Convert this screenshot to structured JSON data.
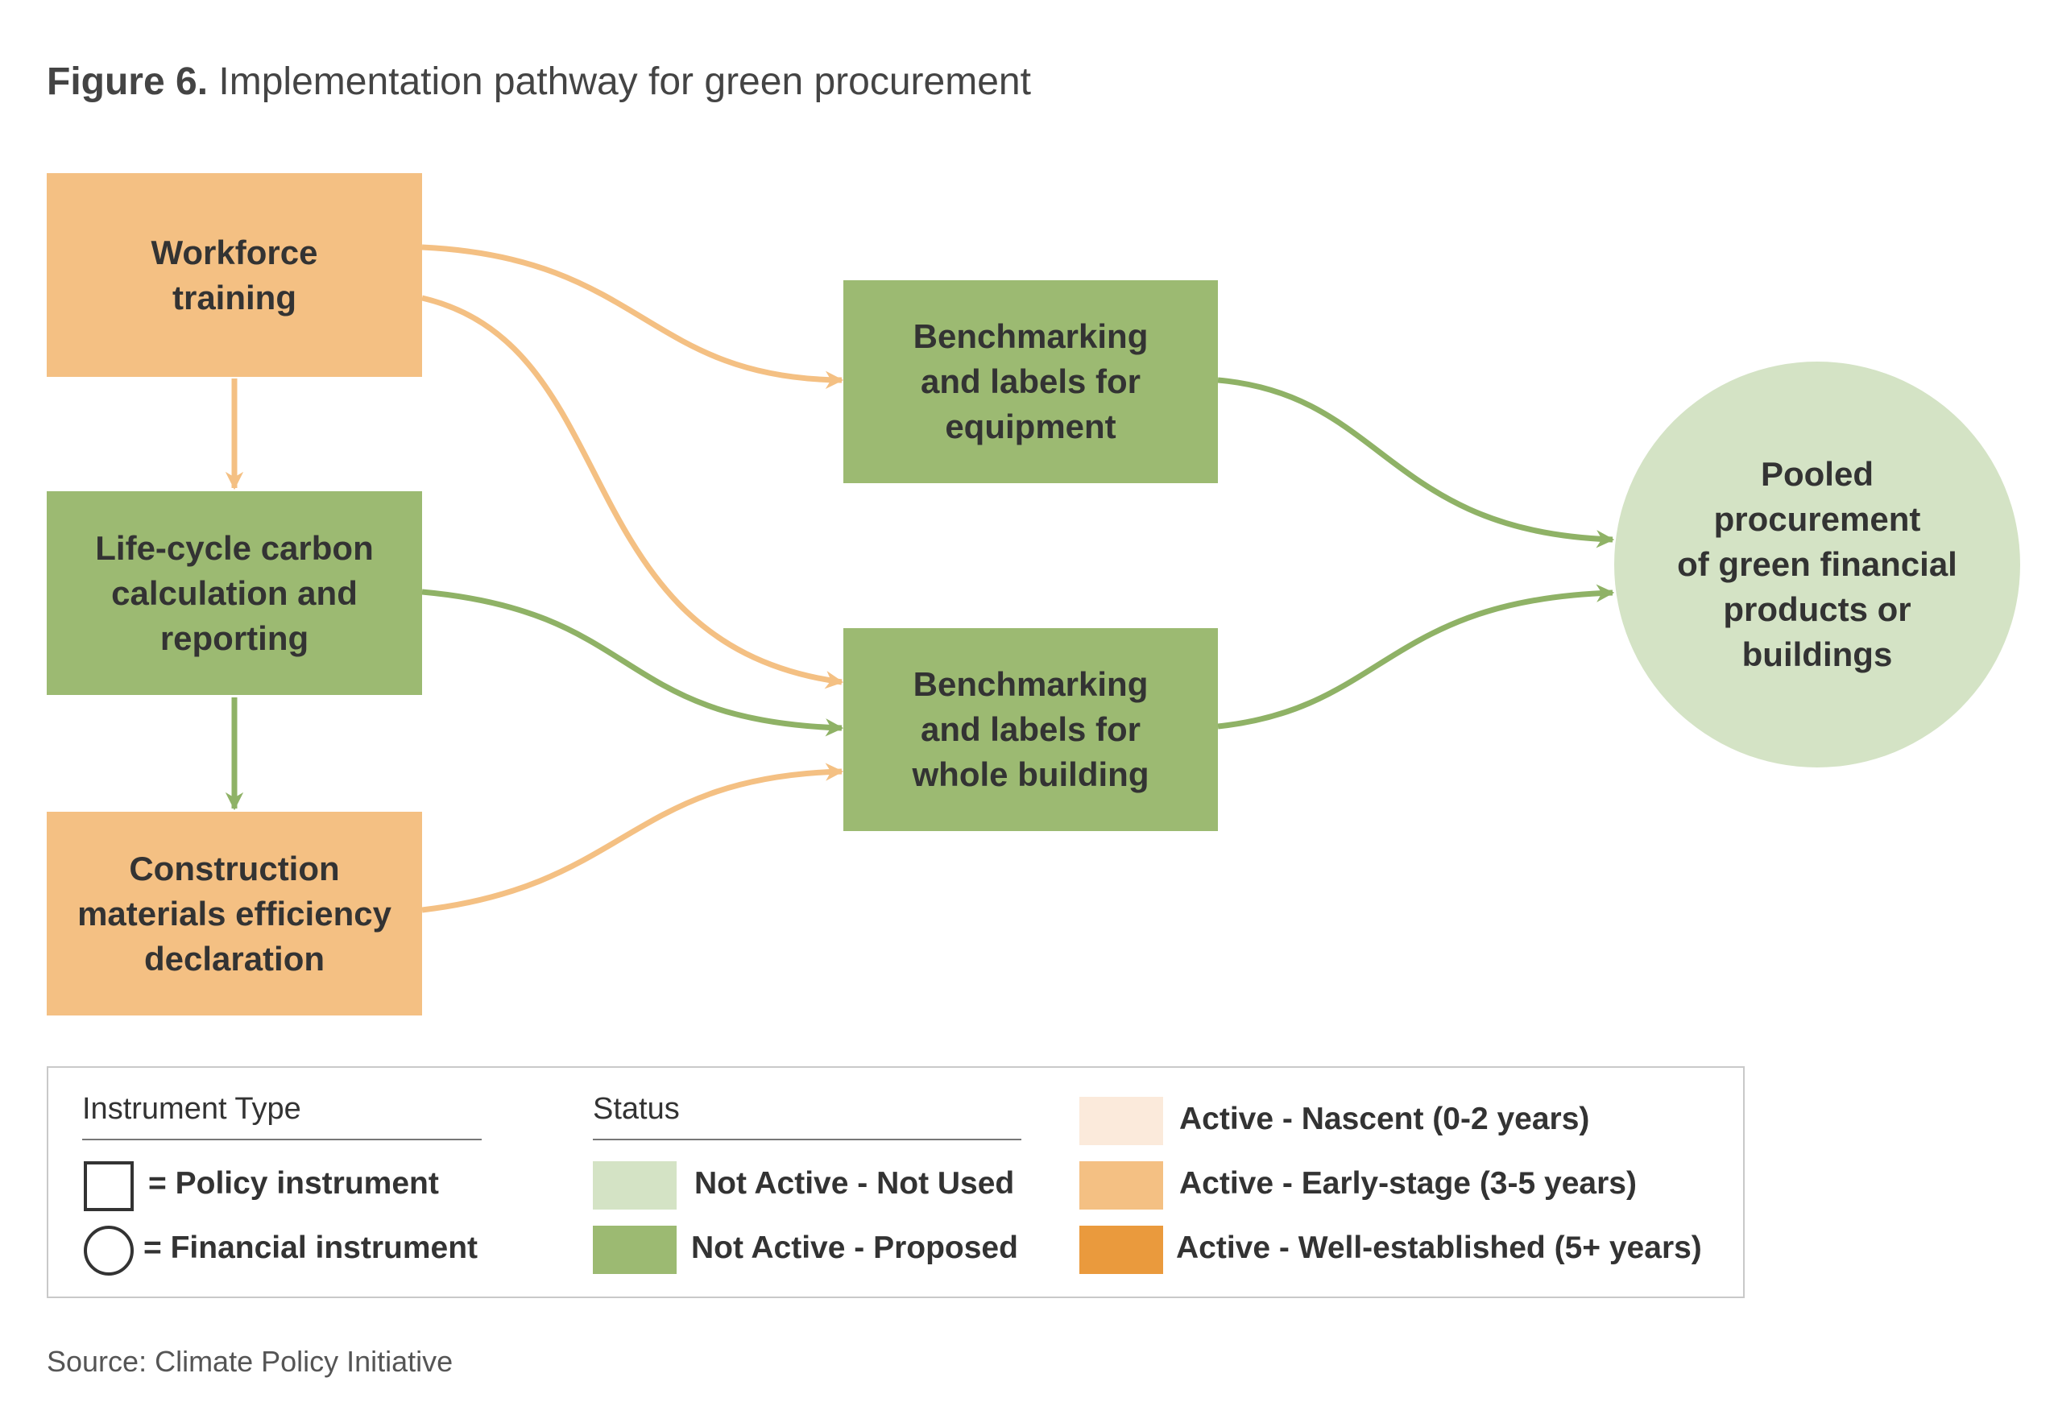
{
  "figure": {
    "title_bold": "Figure 6.",
    "title_rest": "Implementation pathway for green procurement",
    "source": "Source: Climate Policy Initiative"
  },
  "colors": {
    "not_used": "#d4e3c5",
    "proposed": "#9cba72",
    "nascent": "#fbeadb",
    "early": "#f4c083",
    "well_established": "#ea9a3d",
    "arrow_orange": "#f4c083",
    "arrow_green": "#8fb266"
  },
  "nodes": {
    "workforce": {
      "label": "Workforce\ntraining",
      "shape": "policy",
      "status": "early"
    },
    "lifecycle": {
      "label": "Life-cycle carbon\ncalculation and\nreporting",
      "shape": "policy",
      "status": "proposed"
    },
    "construction": {
      "label": "Construction\nmaterials efficiency\ndeclaration",
      "shape": "policy",
      "status": "early"
    },
    "bench_equipment": {
      "label": "Benchmarking\nand labels for\nequipment",
      "shape": "policy",
      "status": "proposed"
    },
    "bench_building": {
      "label": "Benchmarking\nand labels for\nwhole building",
      "shape": "policy",
      "status": "proposed"
    },
    "pooled": {
      "label": "Pooled\nprocurement\nof green financial\nproducts or\nbuildings",
      "shape": "financial",
      "status": "not_used"
    }
  },
  "edges": [
    {
      "from": "workforce",
      "to": "lifecycle",
      "color": "orange"
    },
    {
      "from": "workforce",
      "to": "bench_equipment",
      "color": "orange"
    },
    {
      "from": "workforce",
      "to": "bench_building",
      "color": "orange"
    },
    {
      "from": "lifecycle",
      "to": "construction",
      "color": "green"
    },
    {
      "from": "lifecycle",
      "to": "bench_building",
      "color": "green"
    },
    {
      "from": "construction",
      "to": "bench_building",
      "color": "orange"
    },
    {
      "from": "bench_equipment",
      "to": "pooled",
      "color": "green"
    },
    {
      "from": "bench_building",
      "to": "pooled",
      "color": "green"
    }
  ],
  "legend": {
    "instrument_heading": "Instrument Type",
    "policy_label": "= Policy instrument",
    "financial_label": "= Financial instrument",
    "status_heading": "Status",
    "not_used_label": "Not Active - Not Used",
    "proposed_label": "Not Active - Proposed",
    "nascent_label": "Active - Nascent (0-2 years)",
    "early_label": "Active - Early-stage (3-5 years)",
    "well_label": "Active - Well-established (5+ years)"
  }
}
